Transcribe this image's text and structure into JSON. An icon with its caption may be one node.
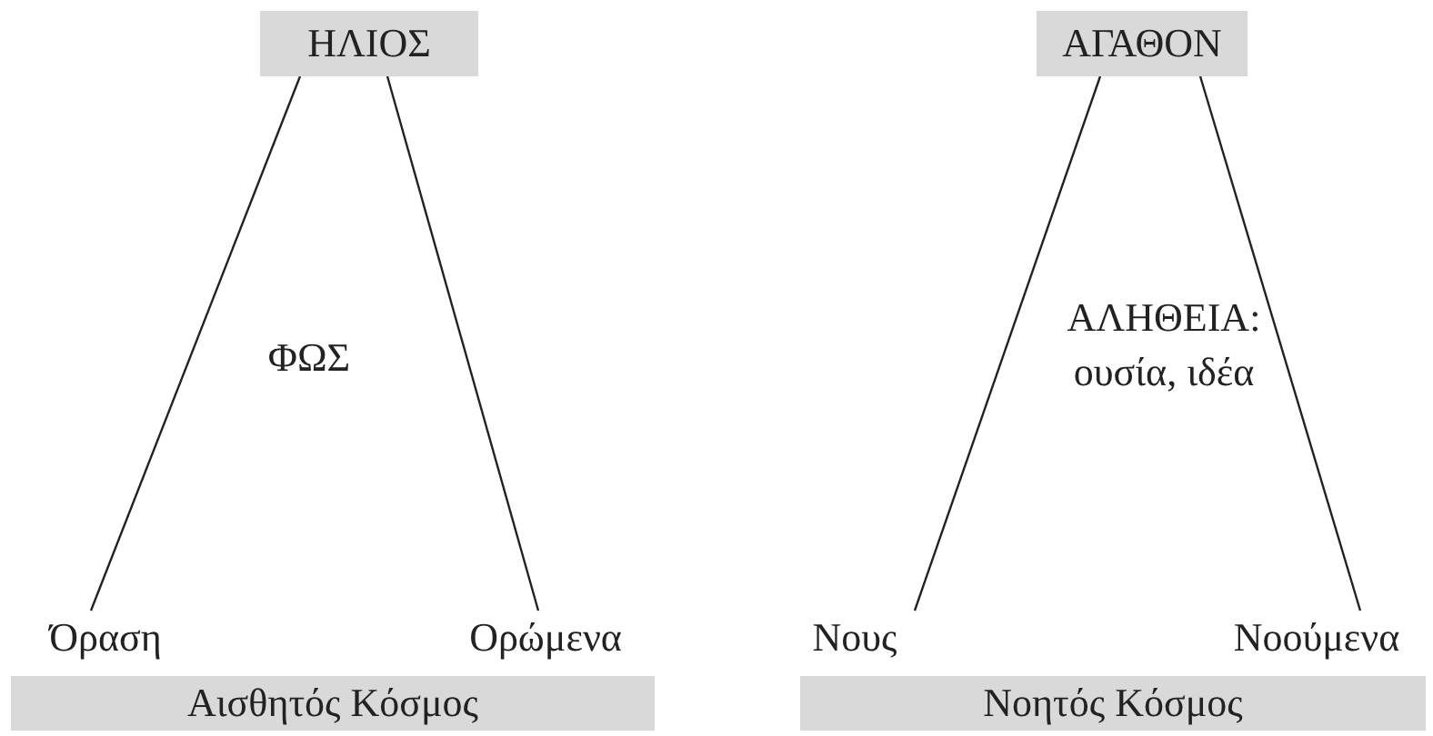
{
  "diagram": {
    "nodes": [
      {
        "text": [
          "ΗΛΙΟΣ"
        ]
      },
      {
        "text": [
          "Όραση"
        ]
      },
      {
        "text": [
          "Ορώμενα"
        ]
      },
      {
        "text": [
          "Αισθητός Κόσμος"
        ]
      },
      {
        "text": [
          "ΑΓΑΘΟΝ"
        ]
      },
      {
        "text": [
          "Νους"
        ]
      },
      {
        "text": [
          "Νοούμενα"
        ]
      },
      {
        "text": [
          "Νοητός Κόσμος"
        ]
      }
    ],
    "edges": [
      {
        "from": 0,
        "to": 1,
        "arrow": "none"
      },
      {
        "from": 0,
        "to": 2,
        "arrow": "none"
      },
      {
        "from": 4,
        "to": 5,
        "arrow": "none"
      },
      {
        "from": 4,
        "to": 6,
        "arrow": "none"
      }
    ],
    "labels": [
      "ΦΩΣ",
      "ΑΛΗΘΕΙΑ: ουσία, ιδέα"
    ]
  }
}
